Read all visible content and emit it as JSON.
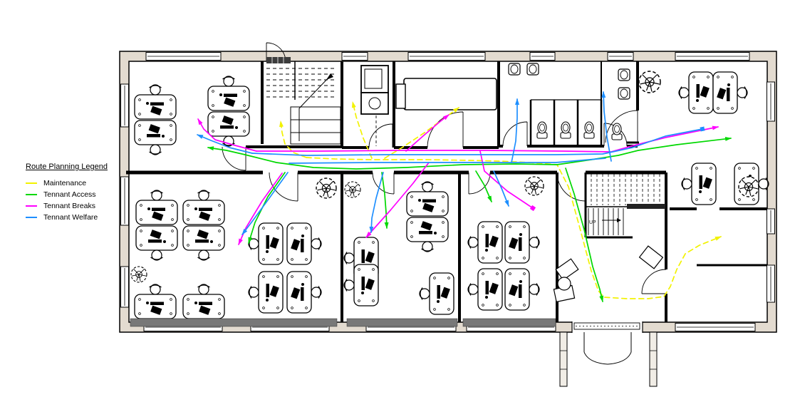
{
  "legend": {
    "title": "Route Planning Legend",
    "items": [
      {
        "id": "maintenance",
        "label": "Maintenance",
        "color": "#F2F200",
        "dash": "7 5"
      },
      {
        "id": "access",
        "label": "Tennant Access",
        "color": "#00D800",
        "dash": ""
      },
      {
        "id": "breaks",
        "label": "Tennant Breaks",
        "color": "#FF00FF",
        "dash": ""
      },
      {
        "id": "welfare",
        "label": "Tennant Welfare",
        "color": "#1E8FFF",
        "dash": ""
      }
    ]
  },
  "plan": {
    "up_label": "UP"
  },
  "routes": [
    {
      "id": "maintenance",
      "segments": [
        {
          "points": [
            [
              430,
              221
            ],
            [
              412,
              214
            ],
            [
              400,
              202
            ],
            [
              396,
              186
            ],
            [
              394,
              170
            ]
          ],
          "end": "arrow"
        },
        {
          "points": [
            [
              430,
              221
            ],
            [
              470,
              223
            ],
            [
              520,
              224
            ],
            [
              600,
              224
            ],
            [
              660,
              225
            ],
            [
              700,
              226
            ],
            [
              744,
              228
            ],
            [
              782,
              231
            ],
            [
              798,
              262
            ],
            [
              814,
              320
            ],
            [
              830,
              380
            ],
            [
              840,
              408
            ],
            [
              848,
              417
            ],
            [
              880,
              419
            ],
            [
              910,
              419
            ],
            [
              932,
              416
            ],
            [
              941,
              402
            ],
            [
              950,
              378
            ],
            [
              962,
              356
            ],
            [
              982,
              344
            ],
            [
              1012,
              332
            ]
          ],
          "end": "arrow"
        },
        {
          "points": [
            [
              522,
              222
            ],
            [
              510,
              194
            ],
            [
              500,
              164
            ],
            [
              495,
              143
            ]
          ],
          "end": "arrow"
        },
        {
          "points": [
            [
              540,
              222
            ],
            [
              566,
              206
            ],
            [
              596,
              186
            ],
            [
              622,
              167
            ],
            [
              644,
              151
            ]
          ],
          "end": "arrow"
        }
      ]
    },
    {
      "id": "access",
      "segments": [
        {
          "points": [
            [
              344,
              217
            ],
            [
              318,
              211
            ],
            [
              292,
              207
            ]
          ],
          "end": "arrow"
        },
        {
          "points": [
            [
              344,
              217
            ],
            [
              388,
              228
            ],
            [
              440,
              235
            ],
            [
              500,
              237
            ],
            [
              570,
              235
            ],
            [
              650,
              231
            ],
            [
              724,
              230
            ],
            [
              782,
              231
            ],
            [
              830,
              224
            ],
            [
              868,
              218
            ],
            [
              896,
              211
            ],
            [
              950,
              203
            ],
            [
              1026,
              194
            ]
          ],
          "end": "arrow"
        },
        {
          "points": [
            [
              400,
              242
            ],
            [
              376,
              276
            ],
            [
              358,
              312
            ],
            [
              349,
              341
            ]
          ],
          "end": "arrow"
        },
        {
          "points": [
            [
              536,
              242
            ],
            [
              540,
              272
            ],
            [
              542,
              298
            ],
            [
              543,
              320
            ]
          ],
          "end": "arrow"
        },
        {
          "points": [
            [
              668,
              240
            ],
            [
              680,
              260
            ],
            [
              690,
              283
            ]
          ],
          "end": "arrow"
        },
        {
          "points": [
            [
              794,
              236
            ],
            [
              806,
              272
            ],
            [
              820,
              322
            ],
            [
              832,
              374
            ],
            [
              842,
              406
            ],
            [
              846,
              423
            ]
          ],
          "end": "arrow"
        }
      ]
    },
    {
      "id": "breaks",
      "segments": [
        {
          "points": [
            [
              360,
              212
            ],
            [
              330,
              204
            ],
            [
              302,
              196
            ],
            [
              286,
              181
            ],
            [
              278,
              167
            ]
          ],
          "end": "arrow"
        },
        {
          "points": [
            [
              360,
              212
            ],
            [
              450,
              212
            ],
            [
              560,
              211
            ],
            [
              680,
              211
            ],
            [
              790,
              212
            ],
            [
              858,
              213
            ],
            [
              890,
              204
            ],
            [
              934,
              193
            ],
            [
              1008,
              178
            ]
          ],
          "end": "arrow"
        },
        {
          "points": [
            [
              570,
              212
            ],
            [
              596,
              189
            ],
            [
              616,
              172
            ],
            [
              630,
              161
            ]
          ],
          "end": "arrow"
        },
        {
          "points": [
            [
              602,
              228
            ],
            [
              580,
              257
            ],
            [
              548,
              295
            ],
            [
              514,
              333
            ]
          ],
          "end": "arrow"
        },
        {
          "points": [
            [
              674,
              212
            ],
            [
              680,
              240
            ],
            [
              712,
              268
            ],
            [
              748,
              292
            ]
          ],
          "end": "square"
        },
        {
          "points": [
            [
              396,
              243
            ],
            [
              368,
              282
            ],
            [
              345,
              320
            ],
            [
              335,
              343
            ]
          ],
          "end": "arrow"
        }
      ]
    },
    {
      "id": "welfare",
      "segments": [
        {
          "points": [
            [
              354,
              215
            ],
            [
              322,
              207
            ],
            [
              296,
              197
            ],
            [
              277,
              189
            ]
          ],
          "end": "arrow"
        },
        {
          "points": [
            [
              354,
              215
            ],
            [
              430,
              218
            ],
            [
              540,
              217
            ],
            [
              660,
              217
            ],
            [
              780,
              217
            ],
            [
              846,
              216
            ],
            [
              888,
              207
            ],
            [
              934,
              191
            ],
            [
              986,
              181
            ]
          ],
          "end": "square"
        },
        {
          "points": [
            [
              406,
              229
            ],
            [
              520,
              228
            ],
            [
              650,
              228
            ],
            [
              780,
              228
            ],
            [
              850,
              222
            ]
          ],
          "end": "none"
        },
        {
          "points": [
            [
              718,
              228
            ],
            [
              724,
              198
            ],
            [
              726,
              166
            ],
            [
              726,
              139
            ]
          ],
          "end": "arrow"
        },
        {
          "points": [
            [
              858,
              226
            ],
            [
              852,
              192
            ],
            [
              848,
              156
            ],
            [
              847,
              129
            ]
          ],
          "end": "arrow"
        },
        {
          "points": [
            [
              404,
              242
            ],
            [
              378,
              278
            ],
            [
              353,
              312
            ],
            [
              340,
              329
            ]
          ],
          "end": "arrow"
        },
        {
          "points": [
            [
              538,
              242
            ],
            [
              528,
              278
            ],
            [
              522,
              306
            ],
            [
              521,
              326
            ]
          ],
          "end": "arrow"
        },
        {
          "points": [
            [
              693,
              240
            ],
            [
              704,
              264
            ],
            [
              714,
              289
            ]
          ],
          "end": "arrow"
        }
      ]
    }
  ]
}
